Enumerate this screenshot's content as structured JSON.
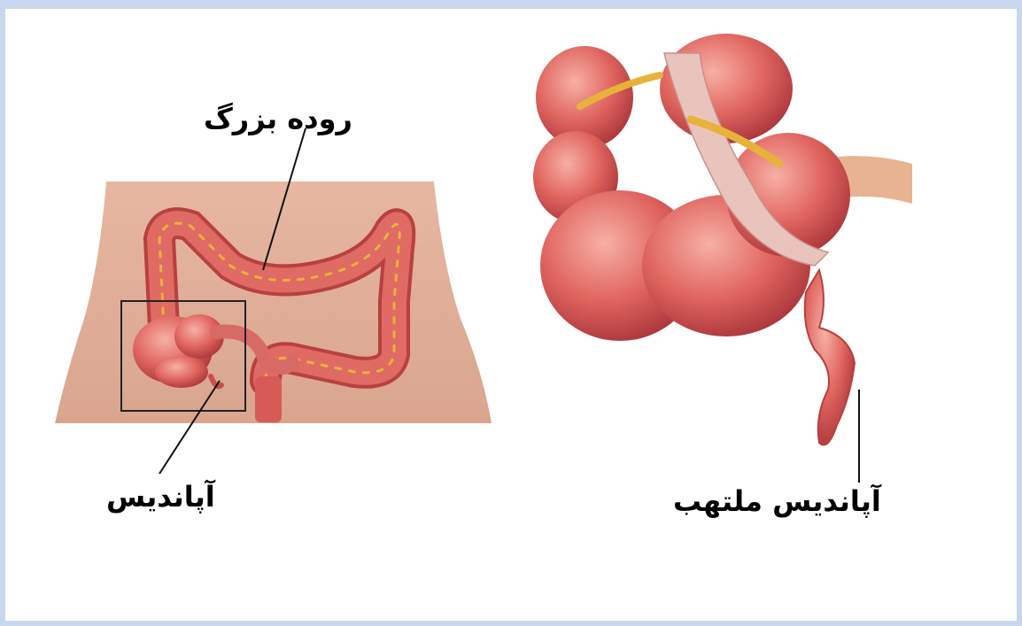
{
  "labels": {
    "large_intestine": "روده بزرگ",
    "appendix": "آپانديس",
    "inflamed_appendix": "آپانديس ملتهب"
  },
  "colors": {
    "frame": "#c9d7ee",
    "skin": "#e8b9a3",
    "intestine": "#e06a64",
    "intestine_dark": "#b8403e",
    "vessel": "#e7b23a"
  }
}
